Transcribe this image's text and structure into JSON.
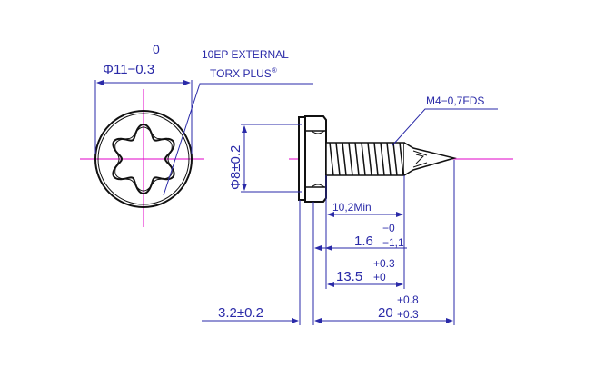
{
  "front_view": {
    "dia_upper": "0",
    "dia_main": "Φ11−0.3",
    "drive_note_line1": "10EP EXTERNAL",
    "drive_note_line2": "TORX PLUS",
    "drive_note_mark": "®"
  },
  "side_view": {
    "thread_note": "M4−0,7FDS",
    "head_dia": "Φ8±0.2",
    "thread_min": "10,2Min",
    "dim1_main": "1.6",
    "dim1_upper": "−0",
    "dim1_lower": "−1,1",
    "dim2_main": "13.5",
    "dim2_upper": "+0.3",
    "dim2_lower": "+0",
    "dim3_left": "3.2±0.2",
    "dim4_main": "20",
    "dim4_upper": "+0.8",
    "dim4_lower": "+0.3"
  },
  "colors": {
    "outline": "#111111",
    "dimension": "#2a2aa8",
    "centerline": "#e000c8"
  }
}
